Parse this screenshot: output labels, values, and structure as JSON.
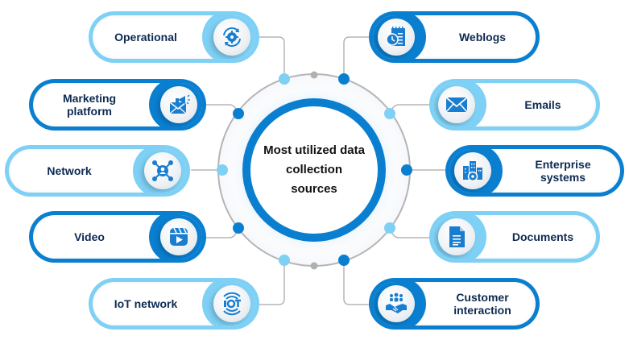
{
  "center": {
    "title": "Most utilized data collection sources"
  },
  "colors": {
    "dark_blue": "#0a7fd0",
    "light_blue": "#7fd0f5",
    "text_navy": "#0d2a52",
    "ring_gray": "#b5b5b5"
  },
  "sources": [
    {
      "label": "Operational",
      "icon": "gear-cycle-icon",
      "side": "left",
      "style": "light"
    },
    {
      "label": "Marketing platform",
      "icon": "megaphone-envelope-icon",
      "side": "left",
      "style": "dark"
    },
    {
      "label": "Network",
      "icon": "network-user-icon",
      "side": "left",
      "style": "light"
    },
    {
      "label": "Video",
      "icon": "video-clapper-icon",
      "side": "left",
      "style": "dark"
    },
    {
      "label": "IoT network",
      "icon": "iot-icon",
      "side": "left",
      "style": "light"
    },
    {
      "label": "Weblogs",
      "icon": "calendar-clock-icon",
      "side": "right",
      "style": "dark"
    },
    {
      "label": "Emails",
      "icon": "envelope-icon",
      "side": "right",
      "style": "light"
    },
    {
      "label": "Enterprise systems",
      "icon": "buildings-gear-icon",
      "side": "right",
      "style": "dark"
    },
    {
      "label": "Documents",
      "icon": "document-icon",
      "side": "right",
      "style": "light"
    },
    {
      "label": "Customer interaction",
      "icon": "handshake-people-icon",
      "side": "right",
      "style": "dark"
    }
  ]
}
